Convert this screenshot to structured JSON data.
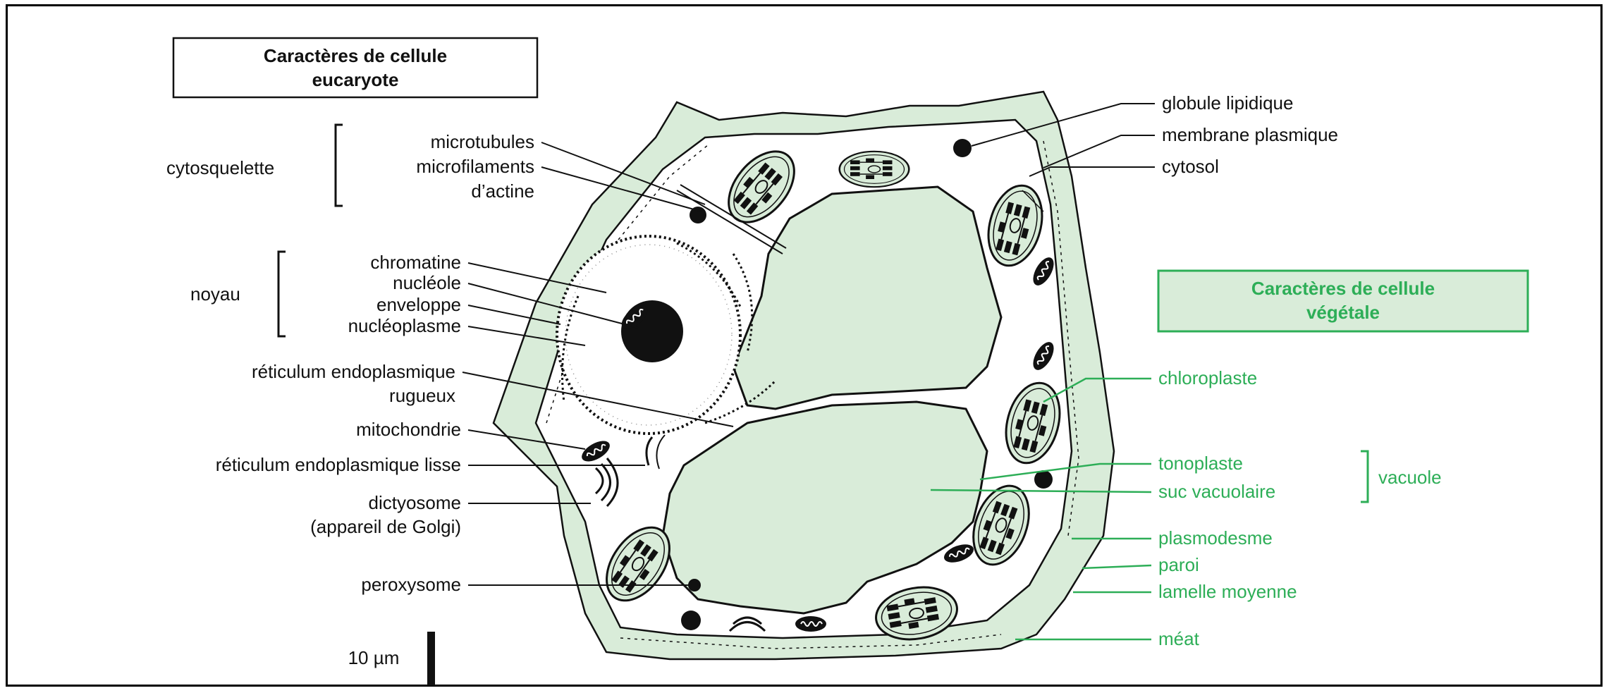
{
  "colors": {
    "plant_green": "#2dae57",
    "wall_fill": "#d9ecd9",
    "vacuole_fill": "#d9ecd9",
    "outline": "#111111"
  },
  "titles": {
    "eukaryote_line1": "Caractères de cellule",
    "eukaryote_line2": "eucaryote",
    "plant_line1": "Caractères de cellule",
    "plant_line2": "végétale"
  },
  "groups": {
    "cytoskeleton": "cytosquelette",
    "nucleus": "noyau",
    "vacuole": "vacuole"
  },
  "labels_left": {
    "microtubules": "microtubules",
    "microfilaments_1": "microfilaments",
    "microfilaments_2": "d’actine",
    "chromatin": "chromatine",
    "nucleolus": "nucléole",
    "envelope": "enveloppe",
    "nucleoplasm": "nucléoplasme",
    "rer_1": "réticulum endoplasmique",
    "rer_2": "rugueux",
    "mitochondria": "mitochondrie",
    "ser": "réticulum endoplasmique lisse",
    "dictyosome_1": "dictyosome",
    "dictyosome_2": "(appareil de Golgi)",
    "peroxisome": "peroxysome"
  },
  "labels_right": {
    "lipid_globule": "globule lipidique",
    "plasma_membrane": "membrane plasmique",
    "cytosol": "cytosol"
  },
  "labels_plant": {
    "chloroplast": "chloroplaste",
    "tonoplast": "tonoplaste",
    "vacuolar_sap": "suc vacuolaire",
    "plasmodesma": "plasmodesme",
    "wall": "paroi",
    "middle_lamella": "lamelle moyenne",
    "meatus": "méat"
  },
  "scale_bar": {
    "label": "10 µm"
  }
}
